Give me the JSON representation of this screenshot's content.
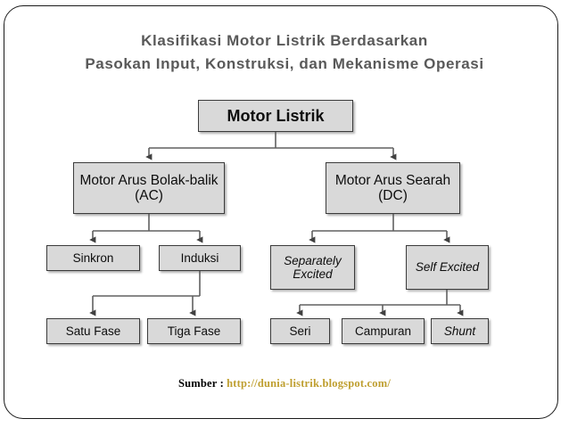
{
  "page": {
    "background": "#ffffff",
    "frame_border_color": "#1a1a1a"
  },
  "title": {
    "line1": "Klasifikasi Motor Listrik Berdasarkan",
    "line2": "Pasokan Input, Konstruksi, dan Mekanisme Operasi",
    "color": "#595959"
  },
  "diagram": {
    "node_fill": "#d9d9d9",
    "node_border": "#3b3b3b",
    "connector_color": "#595959",
    "nodes": {
      "root": {
        "label": "Motor Listrik"
      },
      "level2": [
        {
          "id": "ac",
          "label": "Motor Arus Bolak-balik (AC)"
        },
        {
          "id": "dc",
          "label": "Motor Arus Searah (DC)"
        }
      ],
      "level3": [
        {
          "id": "sinkron",
          "label": "Sinkron",
          "italic": false
        },
        {
          "id": "induksi",
          "label": "Induksi",
          "italic": false
        },
        {
          "id": "separately-excited",
          "label": "Separately Excited",
          "italic": true
        },
        {
          "id": "self-excited",
          "label": "Self Excited",
          "italic": true
        }
      ],
      "level4": [
        {
          "id": "satu-fase",
          "label": "Satu Fase",
          "italic": false
        },
        {
          "id": "tiga-fase",
          "label": "Tiga Fase",
          "italic": false
        },
        {
          "id": "seri",
          "label": "Seri",
          "italic": false
        },
        {
          "id": "campuran",
          "label": "Campuran",
          "italic": false
        },
        {
          "id": "shunt",
          "label": "Shunt",
          "italic": true
        }
      ]
    }
  },
  "source": {
    "label": "Sumber :",
    "url": "http://dunia-listrik.blogspot.com/",
    "url_color": "#bf9f30"
  }
}
